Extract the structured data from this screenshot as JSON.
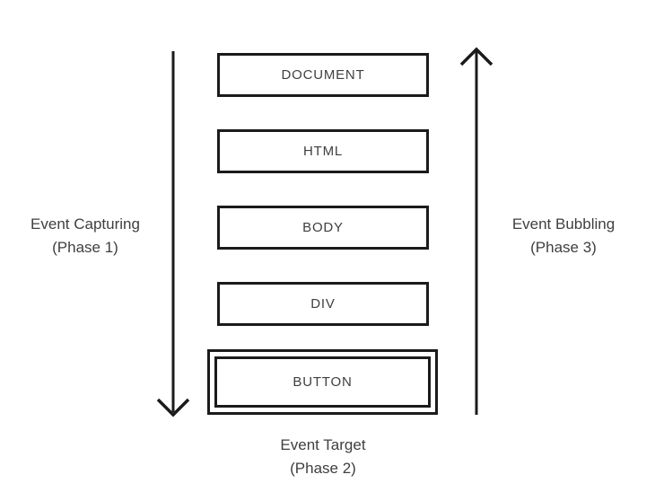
{
  "diagram": {
    "boxes": [
      "DOCUMENT",
      "HTML",
      "BODY",
      "DIV",
      "BUTTON"
    ],
    "capturing": {
      "line1": "Event Capturing",
      "line2": "(Phase 1)"
    },
    "bubbling": {
      "line1": "Event Bubbling",
      "line2": "(Phase 3)"
    },
    "target": {
      "line1": "Event Target",
      "line2": "(Phase 2)"
    },
    "colors": {
      "ink": "#1b1b1b",
      "text": "#3f3f3f",
      "background": "#ffffff"
    }
  }
}
